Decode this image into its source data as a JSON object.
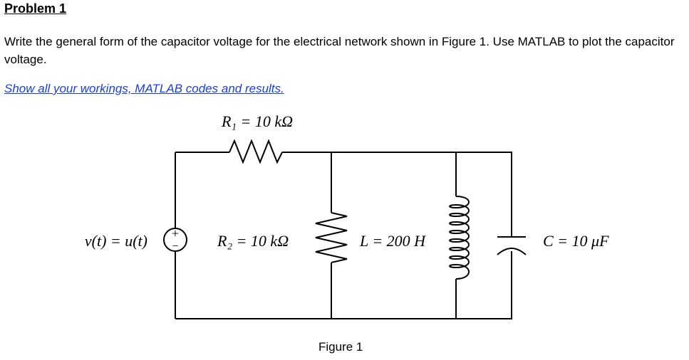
{
  "problem": {
    "heading": "Problem 1",
    "text": "Write the general form of the capacitor voltage for the electrical network shown in Figure 1. Use MATLAB to plot the capacitor voltage.",
    "instruction": "Show all your workings, MATLAB codes and results."
  },
  "circuit": {
    "source_label": "v(t) = u(t)",
    "source_plus": "+",
    "source_minus": "−",
    "r1_label": "R₁ = 10 kΩ",
    "r2_label": "R₂ = 10 kΩ",
    "inductor_label": "L = 200 H",
    "capacitor_label": "C = 10 μF"
  },
  "figure": {
    "caption": "Figure 1"
  }
}
